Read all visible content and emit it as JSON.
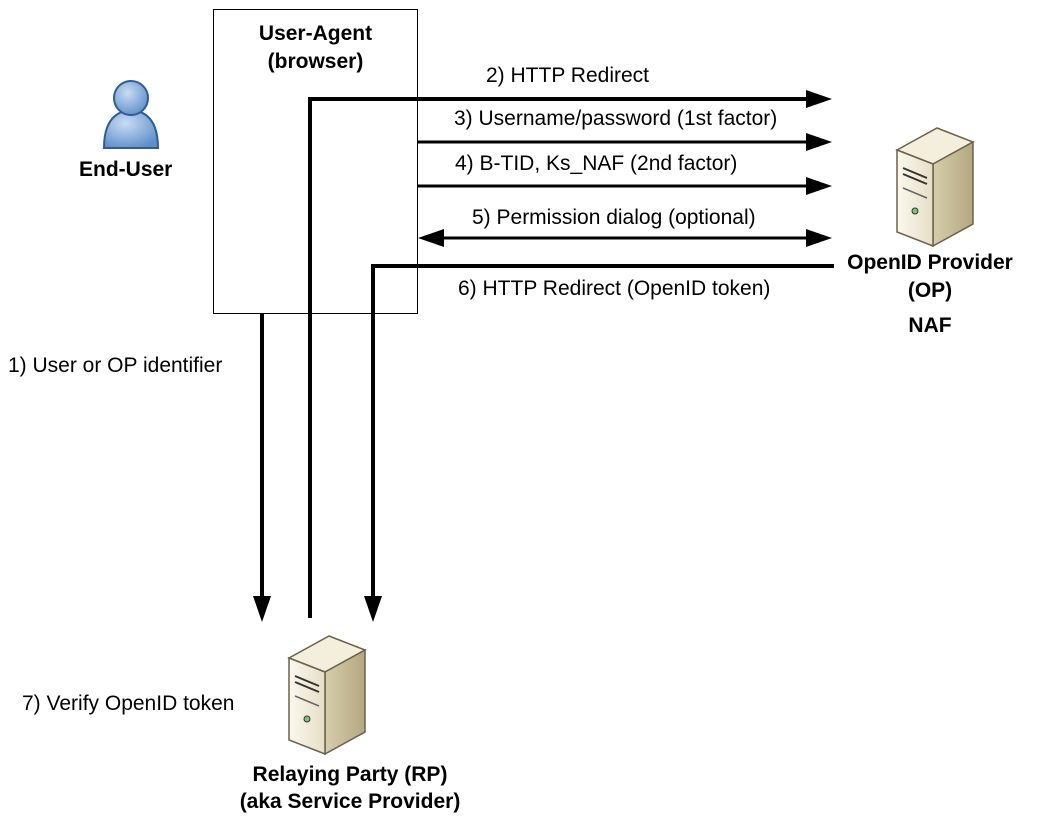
{
  "actors": {
    "user_agent": {
      "line1": "User-Agent",
      "line2": "(browser)"
    },
    "end_user": {
      "label": "End-User",
      "icon": "user-icon"
    },
    "openid_provider": {
      "line1": "OpenID Provider",
      "line2": "(OP)",
      "line3": "NAF",
      "icon": "server-icon"
    },
    "relaying_party": {
      "line1": "Relaying Party (RP)",
      "line2": "(aka Service Provider)",
      "icon": "server-icon"
    }
  },
  "steps": {
    "s1": "1) User or OP identifier",
    "s2": "2) HTTP Redirect",
    "s3": "3) Username/password (1st factor)",
    "s4": "4) B-TID, Ks_NAF (2nd factor)",
    "s5": "5) Permission dialog (optional)",
    "s6": "6) HTTP Redirect (OpenID token)",
    "s7": "7) Verify OpenID token"
  },
  "colors": {
    "line": "#000000",
    "user_body": "#7fa6d6",
    "user_outline": "#2f5d96",
    "server_light": "#f2eddc",
    "server_dark": "#c9bf9c"
  }
}
